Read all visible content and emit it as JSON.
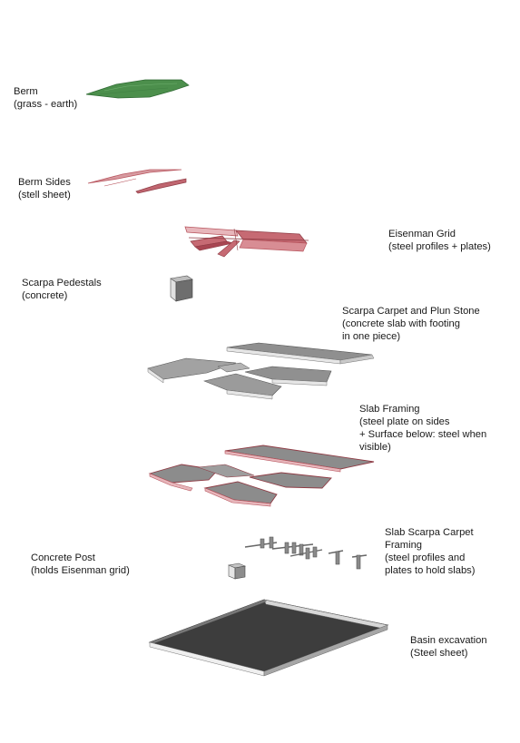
{
  "layers": [
    {
      "id": "berm",
      "lines": [
        "Berm",
        "(grass - earth)"
      ]
    },
    {
      "id": "berm-sides",
      "lines": [
        "Berm Sides",
        "(stell sheet)"
      ]
    },
    {
      "id": "eisenman-grid",
      "lines": [
        "Eisenman Grid",
        "(steel profiles + plates)"
      ]
    },
    {
      "id": "scarpa-pedestals",
      "lines": [
        "Scarpa Pedestals",
        "(concrete)"
      ]
    },
    {
      "id": "scarpa-carpet",
      "lines": [
        "Scarpa Carpet and Plun Stone",
        "(concrete slab with footing",
        "in one piece)"
      ]
    },
    {
      "id": "slab-framing",
      "lines": [
        "Slab Framing",
        "(steel plate on sides",
        "+ Surface below: steel when",
        "visible)"
      ]
    },
    {
      "id": "slab-scarpa-carpet-framing",
      "lines": [
        "Slab Scarpa Carpet",
        "Framing",
        "(steel profiles and",
        "plates to hold slabs)"
      ]
    },
    {
      "id": "concrete-post",
      "lines": [
        "Concrete Post",
        "(holds Eisenman grid)"
      ]
    },
    {
      "id": "basin-excavation",
      "lines": [
        "Basin excavation",
        "(Steel sheet)"
      ]
    }
  ],
  "colors": {
    "grass": "#4c8f4c",
    "grass_dark": "#2f6a33",
    "steel_red": "#b8555e",
    "steel_red_light": "#e7b6bb",
    "concrete_top": "#a9a9a9",
    "concrete_side": "#e4e4e4",
    "concrete_dark": "#6e6e6e",
    "basin": "#3d3d3d",
    "text": "#1a1a1a"
  }
}
